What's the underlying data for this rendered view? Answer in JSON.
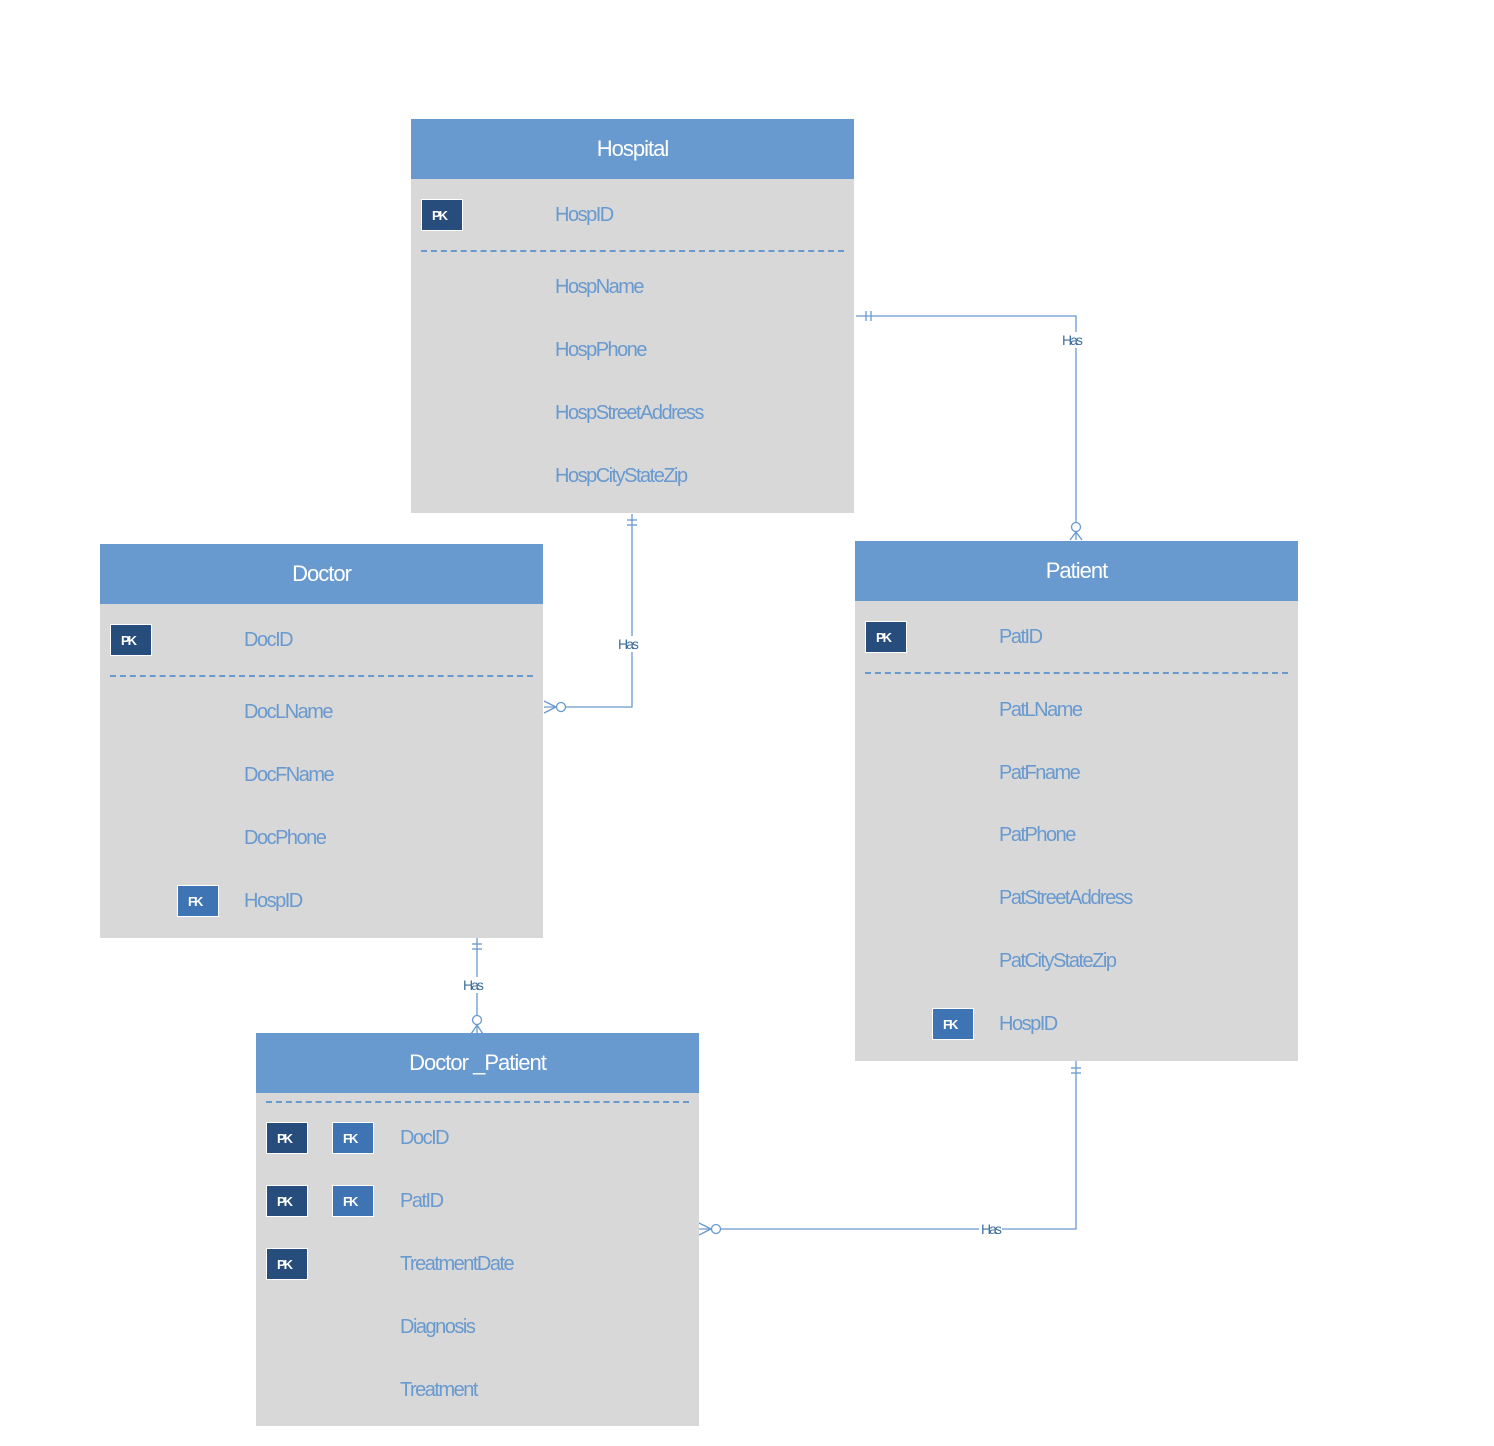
{
  "colors": {
    "header": "#6899cf",
    "body": "#d8d8d8",
    "attribute_text": "#6899cf",
    "pk_badge": "#264d7c",
    "fk_badge": "#3e74b3",
    "line": "#6899cf"
  },
  "entities": {
    "hospital": {
      "title": "Hospital",
      "key_attr": {
        "badge": "PK",
        "name": "HospID"
      },
      "attrs": [
        "HospName",
        "HospPhone",
        "HospStreetAddress",
        "HospCityStateZip"
      ]
    },
    "doctor": {
      "title": "Doctor",
      "key_attr": {
        "badge": "PK",
        "name": "DocID"
      },
      "attrs": [
        "DocLName",
        "DocFName",
        "DocPhone"
      ],
      "fk_attr": {
        "badge": "FK",
        "name": "HospID"
      }
    },
    "patient": {
      "title": "Patient",
      "key_attr": {
        "badge": "PK",
        "name": "PatID"
      },
      "attrs": [
        "PatLName",
        "PatFname",
        "PatPhone",
        "PatStreetAddress",
        "PatCityStateZip"
      ],
      "fk_attr": {
        "badge": "FK",
        "name": "HospID"
      }
    },
    "doctor_patient": {
      "title": "Doctor _Patient",
      "key_rows": [
        {
          "pk": "PK",
          "fk": "FK",
          "name": "DocID"
        },
        {
          "pk": "PK",
          "fk": "FK",
          "name": "PatID"
        },
        {
          "pk": "PK",
          "name": "TreatmentDate"
        }
      ],
      "attrs": [
        "Diagnosis",
        "Treatment"
      ]
    }
  },
  "relationships": [
    {
      "label": "Has",
      "from": "Hospital",
      "to": "Patient",
      "from_card": "one-and-only-one",
      "to_card": "zero-or-many"
    },
    {
      "label": "Has",
      "from": "Hospital",
      "to": "Doctor",
      "from_card": "one-and-only-one",
      "to_card": "zero-or-many"
    },
    {
      "label": "Has",
      "from": "Doctor",
      "to": "Doctor _Patient",
      "from_card": "one-and-only-one",
      "to_card": "zero-or-many"
    },
    {
      "label": "Has",
      "from": "Patient",
      "to": "Doctor _Patient",
      "from_card": "one-and-only-one",
      "to_card": "zero-or-many"
    }
  ]
}
